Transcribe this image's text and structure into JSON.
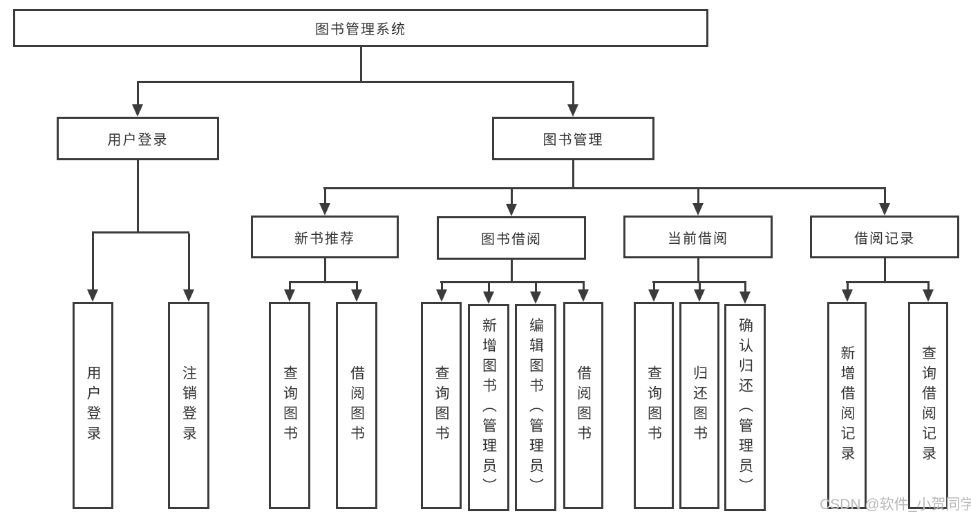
{
  "tree": {
    "root": {
      "label": "图书管理系统"
    },
    "branches": [
      {
        "label": "用户登录",
        "children": [
          {
            "label": "用户登录"
          },
          {
            "label": "注销登录"
          }
        ]
      },
      {
        "label": "图书管理",
        "groups": [
          {
            "label": "新书推荐",
            "children": [
              {
                "label": "查询图书"
              },
              {
                "label": "借阅图书"
              }
            ]
          },
          {
            "label": "图书借阅",
            "children": [
              {
                "label": "查询图书"
              },
              {
                "label": "新增图书（管理员）"
              },
              {
                "label": "编辑图书（管理员）"
              },
              {
                "label": "借阅图书"
              }
            ]
          },
          {
            "label": "当前借阅",
            "children": [
              {
                "label": "查询图书"
              },
              {
                "label": "归还图书"
              },
              {
                "label": "确认归还（管理员）"
              }
            ]
          },
          {
            "label": "借阅记录",
            "children": [
              {
                "label": "新增借阅记录"
              },
              {
                "label": "查询借阅记录"
              }
            ]
          }
        ]
      }
    ]
  },
  "watermark": {
    "text": "CSDN @软件_小贺同学"
  },
  "colors": {
    "line": "#3b3b3b",
    "text": "#333333",
    "background": "#ffffff",
    "watermark": "#b9b9b9"
  }
}
